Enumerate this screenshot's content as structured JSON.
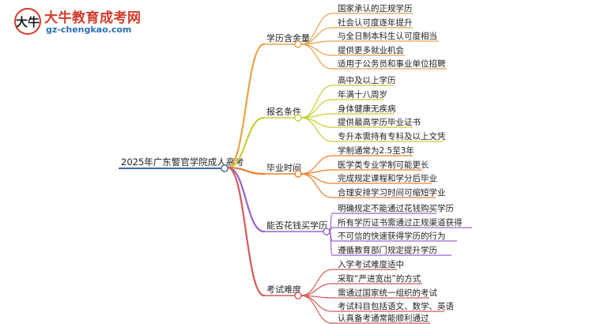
{
  "logo": {
    "badge_text": "大牛",
    "title": "大牛教育成考网",
    "site": "gz-chengkao.com"
  },
  "root": {
    "label": "2025年广东警官学院成人高考"
  },
  "branches": [
    {
      "label": "学历含金量",
      "color": "#e9a24b",
      "items": [
        "国家承认的正规学历",
        "社会认可度逐年提升",
        "与全日制本科生认可度相当",
        "提供更多就业机会",
        "适用于公务员和事业单位招聘"
      ]
    },
    {
      "label": "报名条件",
      "color": "#c9cd34",
      "items": [
        "高中及以上学历",
        "年满十八周岁",
        "身体健康无疾病",
        "提供最高学历毕业证书",
        "专升本需持有专科及以上文凭"
      ]
    },
    {
      "label": "毕业时间",
      "color": "#ef7f2a",
      "items": [
        "学制通常为2.5至3年",
        "医学类专业学制可能更长",
        "完成规定课程和学分后毕业",
        "合理安排学习时间可缩短学业"
      ]
    },
    {
      "label": "能否花钱买学历",
      "color": "#9a63c9",
      "items": [
        "明确规定不能通过花钱购买学历",
        "所有学历证书需通过正规渠道获得",
        "不可信的快速获得学历的行为",
        "遵循教育部门规定提升学历"
      ]
    },
    {
      "label": "考试难度",
      "color": "#d25b59",
      "items": [
        "入学考试难度适中",
        "采取“严进宽出”的方式",
        "需通过国家统一组织的考试",
        "考试科目包括语文、数学、英语",
        "认真备考通常能顺利通过"
      ]
    }
  ]
}
